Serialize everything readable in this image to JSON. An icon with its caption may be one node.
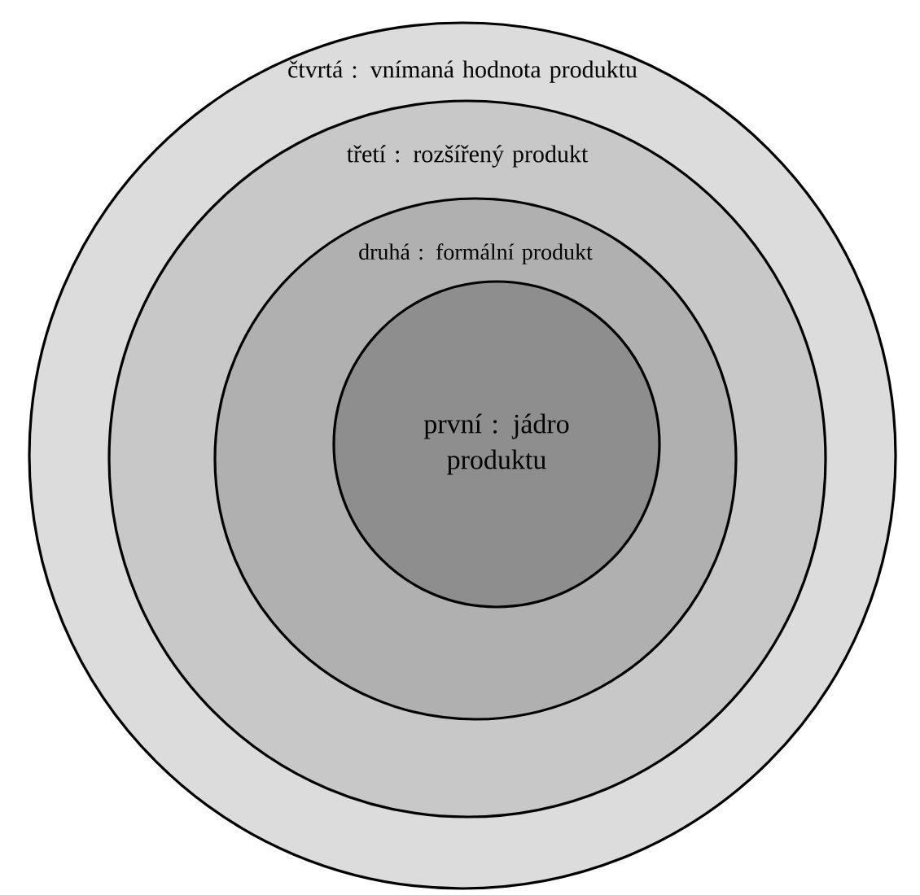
{
  "diagram": {
    "nodes": [
      {
        "text": [
          "čtvrtá : vnímaná hodnota produktu"
        ]
      },
      {
        "text": [
          "třetí : rozšířený produkt"
        ],
        "in": 0
      },
      {
        "text": [
          "druhá : formální produkt"
        ],
        "in": 1
      },
      {
        "text": [
          "první : jádro produktu"
        ],
        "in": 2
      }
    ]
  }
}
